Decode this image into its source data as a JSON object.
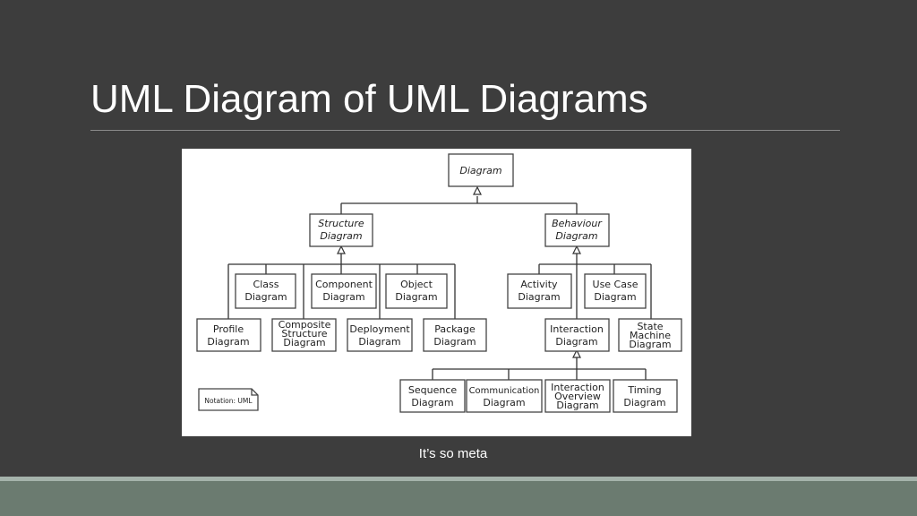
{
  "slide": {
    "title": "UML Diagram of UML Diagrams",
    "caption": "It’s so meta"
  },
  "diagram": {
    "root": [
      "Diagram"
    ],
    "structure": [
      "Structure",
      "Diagram"
    ],
    "behaviour": [
      "Behaviour",
      "Diagram"
    ],
    "class": [
      "Class",
      "Diagram"
    ],
    "component": [
      "Component",
      "Diagram"
    ],
    "object": [
      "Object",
      "Diagram"
    ],
    "profile": [
      "Profile",
      "Diagram"
    ],
    "composite": [
      "Composite",
      "Structure",
      "Diagram"
    ],
    "deployment": [
      "Deployment",
      "Diagram"
    ],
    "package": [
      "Package",
      "Diagram"
    ],
    "activity": [
      "Activity",
      "Diagram"
    ],
    "usecase": [
      "Use Case",
      "Diagram"
    ],
    "interaction": [
      "Interaction",
      "Diagram"
    ],
    "statemachine": [
      "State",
      "Machine",
      "Diagram"
    ],
    "sequence": [
      "Sequence",
      "Diagram"
    ],
    "communication": [
      "Communication",
      "Diagram"
    ],
    "overview": [
      "Interaction",
      "Overview",
      "Diagram"
    ],
    "timing": [
      "Timing",
      "Diagram"
    ],
    "notation": "Notation: UML"
  },
  "colors": {
    "background": "#3d3d3d",
    "footer": "#6b7b70",
    "footer_accent": "#a5b3ab"
  }
}
